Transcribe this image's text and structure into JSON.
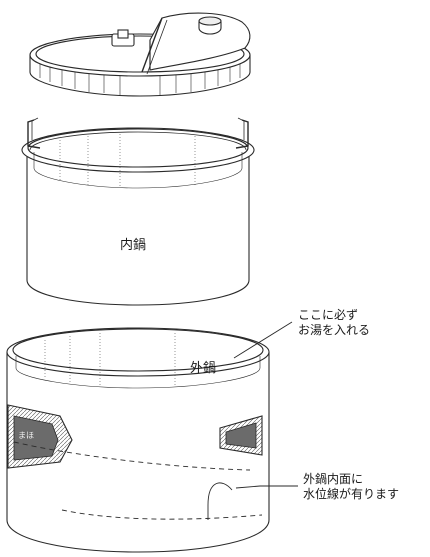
{
  "labels": {
    "inner_pot": "内鍋",
    "outer_pot": "外鍋",
    "hot_water_note_line1": "ここに必ず",
    "hot_water_note_line2": "お湯を入れる",
    "water_level_note_line1": "外鍋内面に",
    "water_level_note_line2": "水位線が有ります",
    "panel_mark": "まほ"
  },
  "colors": {
    "outline": "#2a2a2a",
    "panel_dark": "#6b6b6b",
    "panel_light": "#d9d9d9",
    "background": "#ffffff"
  },
  "parts": [
    "lid-icon",
    "inner-pot-icon",
    "outer-pot-icon"
  ]
}
